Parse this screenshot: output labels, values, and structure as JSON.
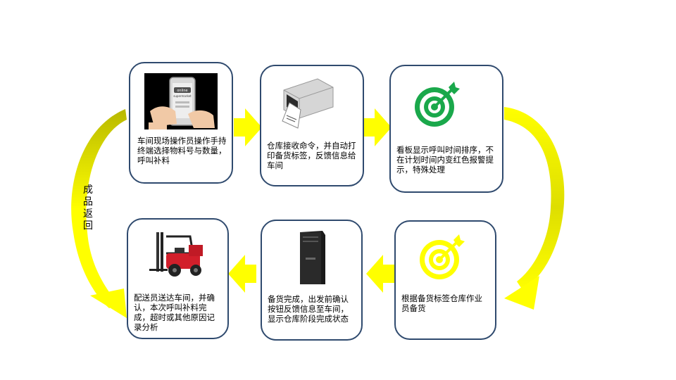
{
  "steps": [
    {
      "text": "车间现场操作员操作手持终端选择物料号与数量，呼叫补料",
      "icon": "tablet-online-supermarket-icon"
    },
    {
      "text": "仓库接收命令，并自动打印备货标签，反馈信息给车间",
      "icon": "label-printer-icon"
    },
    {
      "text": "看板显示呼叫时间排序，不在计划时间内变红色报警提示，特殊处理",
      "icon": "green-target-icon"
    },
    {
      "text": "根据备货标签仓库作业员备货",
      "icon": "yellow-target-icon"
    },
    {
      "text": "备货完成，出发前确认按钮反馈信息至车间，显示仓库阶段完成状态",
      "icon": "server-tower-icon"
    },
    {
      "text": "配送员送达车间，并确认，本次呼叫补料完成，超时或其他原因记录分析",
      "icon": "forklift-icon"
    }
  ],
  "side_label": "成品返回",
  "tablet_text": {
    "line1": "online",
    "line2": "supermarket"
  },
  "colors": {
    "border": "#2f4a6e",
    "arrow": "#ffff00",
    "curve": "#e8e800",
    "target_green": "#1aa84b",
    "target_yellow": "#ffff00"
  }
}
